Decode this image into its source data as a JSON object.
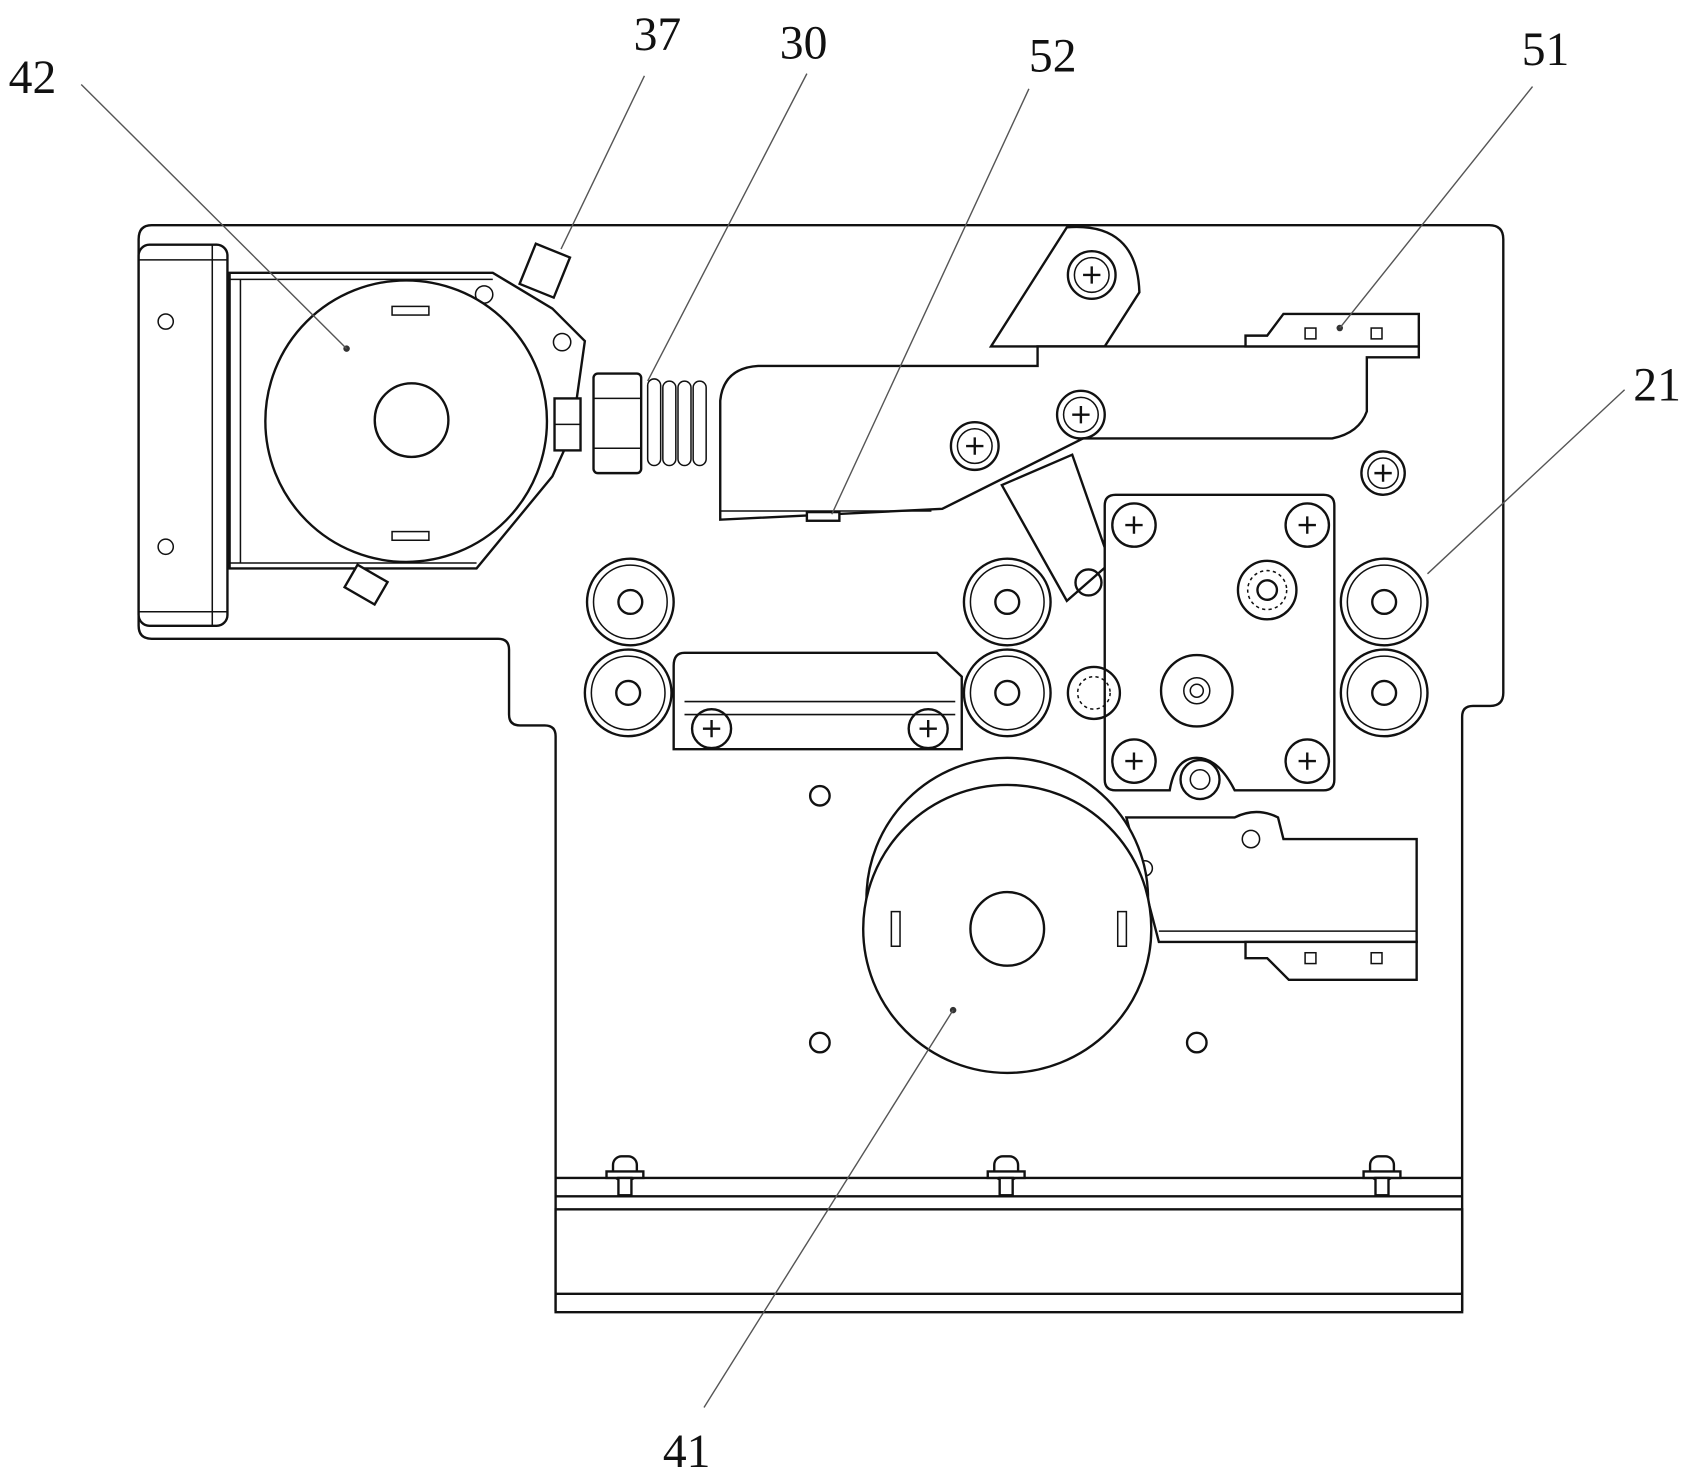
{
  "figure": {
    "type": "patent mechanical drawing",
    "view": "front view of mechanism assembly",
    "reference_numerals": [
      {
        "id": "42",
        "text": "42",
        "points_to": "upper motor / reel disk"
      },
      {
        "id": "37",
        "text": "37",
        "points_to": "sensor block"
      },
      {
        "id": "30",
        "text": "30",
        "points_to": "spring"
      },
      {
        "id": "52",
        "text": "52",
        "points_to": "lever arm edge"
      },
      {
        "id": "51",
        "text": "51",
        "points_to": "upper sensor bracket"
      },
      {
        "id": "21",
        "text": "21",
        "points_to": "guide roller"
      },
      {
        "id": "41",
        "text": "41",
        "points_to": "lower motor / reel disk"
      }
    ]
  },
  "colors": {
    "line": "#111111",
    "leader": "#555555",
    "background": "#ffffff"
  }
}
